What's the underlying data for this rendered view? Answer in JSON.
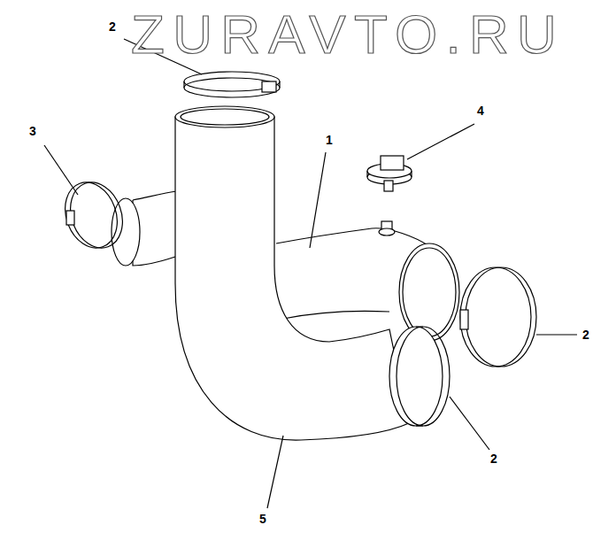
{
  "diagram": {
    "labels": [
      "ZURAVTO.RU",
      "2",
      "3",
      "1",
      "4",
      "2",
      "2",
      "5"
    ]
  }
}
